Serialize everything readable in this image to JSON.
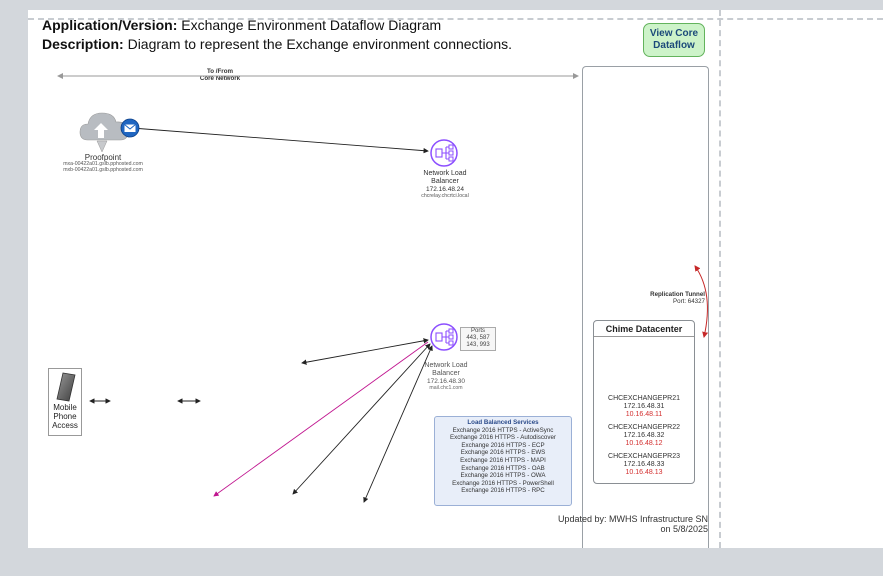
{
  "header": {
    "app_label": "Application/Version:",
    "app_value": "Exchange Environment Dataflow Diagram",
    "desc_label": "Description:",
    "desc_value": "Diagram to represent the Exchange environment  connections."
  },
  "button_view_core": {
    "line1": "View Core",
    "line2": "Dataflow"
  },
  "core_network": {
    "line1": "To /From",
    "line2": "Core Network"
  },
  "proofpoint": {
    "name": "Proofpoint",
    "host1": "mxa-00422a01.gslb.pphosted.com",
    "host2": "mxb-00422a01.gslb.pphosted.com"
  },
  "nlb1": {
    "line1": "Network Load",
    "line2": "Balancer",
    "ip": "172.16.48.24",
    "host": "chcrelay.chcrtci.local"
  },
  "nlb2": {
    "line1": "Network Load",
    "line2": "Balancer",
    "ip": "172.16.48.30",
    "host": "mail.chc1.com"
  },
  "ports": {
    "title": "Ports",
    "line1": "443, 587",
    "line2": "143, 993"
  },
  "replication": {
    "title": "Replication Tunnel",
    "port": "Port: 64327"
  },
  "chime": {
    "title": "Chime Datacenter",
    "servers": [
      {
        "name": "CHCEXCHANGEPR21",
        "ip": "172.16.48.31",
        "ip2": "10.16.48.11"
      },
      {
        "name": "CHCEXCHANGEPR22",
        "ip": "172.16.48.32",
        "ip2": "10.16.48.12"
      },
      {
        "name": "CHCEXCHANGEPR23",
        "ip": "172.16.48.33",
        "ip2": "10.16.48.13"
      }
    ]
  },
  "services": {
    "title": "Load Balanced Services",
    "items": [
      "Exchange 2016 HTTPS - ActiveSync",
      "Exchange 2016 HTTPS - Autodiscover",
      "Exchange 2016 HTTPS - ECP",
      "Exchange 2016 HTTPS - EWS",
      "Exchange 2016 HTTPS - MAPI",
      "Exchange 2016 HTTPS - OAB",
      "Exchange 2016 HTTPS - OWA",
      "Exchange 2016 HTTPS - PowerShell",
      "Exchange 2016 HTTPS - RPC"
    ]
  },
  "mobile": {
    "line1": "Mobile",
    "line2": "Phone",
    "line3": "Access"
  },
  "updated": {
    "line1": "Updated by:  MWHS Infrastructure SN",
    "line2": "on 5/8/2025"
  },
  "colors": {
    "nlb_purple": "#8c4fff",
    "arrow_magenta": "#c0158f",
    "replication_red": "#c62828",
    "button_green": "#cdf3c9"
  }
}
